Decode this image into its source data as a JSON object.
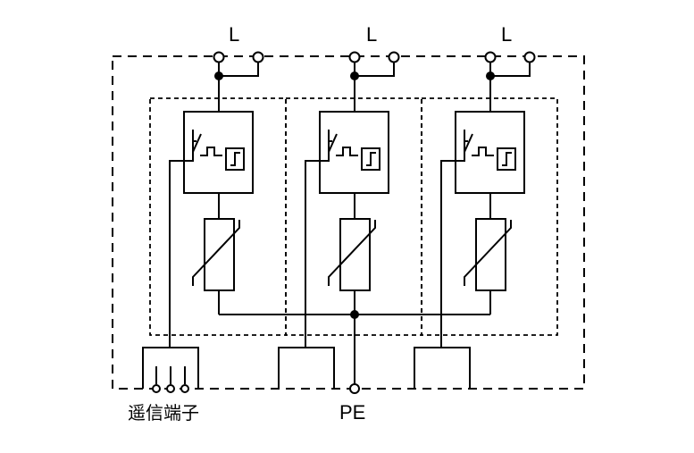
{
  "labels": {
    "line_labels": [
      "L",
      "L",
      "L"
    ],
    "pe": "PE",
    "remote_signal": "遥信端子"
  },
  "colors": {
    "stroke": "#000000",
    "background": "#ffffff"
  }
}
